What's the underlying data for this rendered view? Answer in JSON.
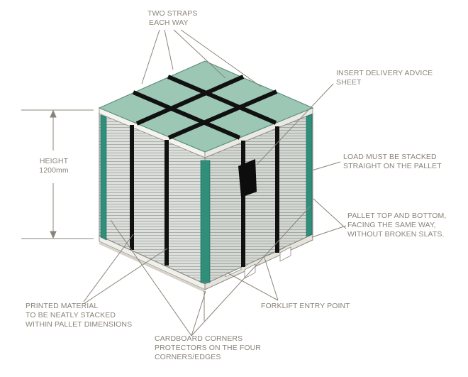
{
  "labels": {
    "two_straps": [
      "TWO STRAPS",
      "EACH WAY"
    ],
    "insert_delivery": [
      "INSERT DELIVERY ADVICE",
      "SHEET"
    ],
    "load_stacked": [
      "LOAD MUST BE STACKED",
      "STRAIGHT ON THE PALLET"
    ],
    "pallet_top": [
      "PALLET TOP AND BOTTOM,",
      "FACING  THE SAME WAY,",
      "WITHOUT BROKEN SLATS."
    ],
    "height": [
      "HEIGHT",
      "1200mm"
    ],
    "printed_material": [
      "PRINTED MATERIAL",
      "TO BE NEATLY STACKED",
      "WITHIN PALLET DIMENSIONS"
    ],
    "forklift": [
      "FORKLIFT ENTRY POINT"
    ],
    "cardboard_corners": [
      "CARDBOARD CORNERS",
      "PROTECTORS ON THE FOUR",
      "CORNERS/EDGES"
    ]
  },
  "colors": {
    "lid": "#9cc7b5",
    "lid_edge": "#5e8f7c",
    "strap": "#111111",
    "corner_protector": "#2f8f7a",
    "sheets": "#d8dcd8",
    "sheet_lines": "#a9aea9",
    "pallet": "#f1efea",
    "leader": "#8a8478"
  },
  "icons": [
    "delivery-advice-sheet-icon"
  ]
}
